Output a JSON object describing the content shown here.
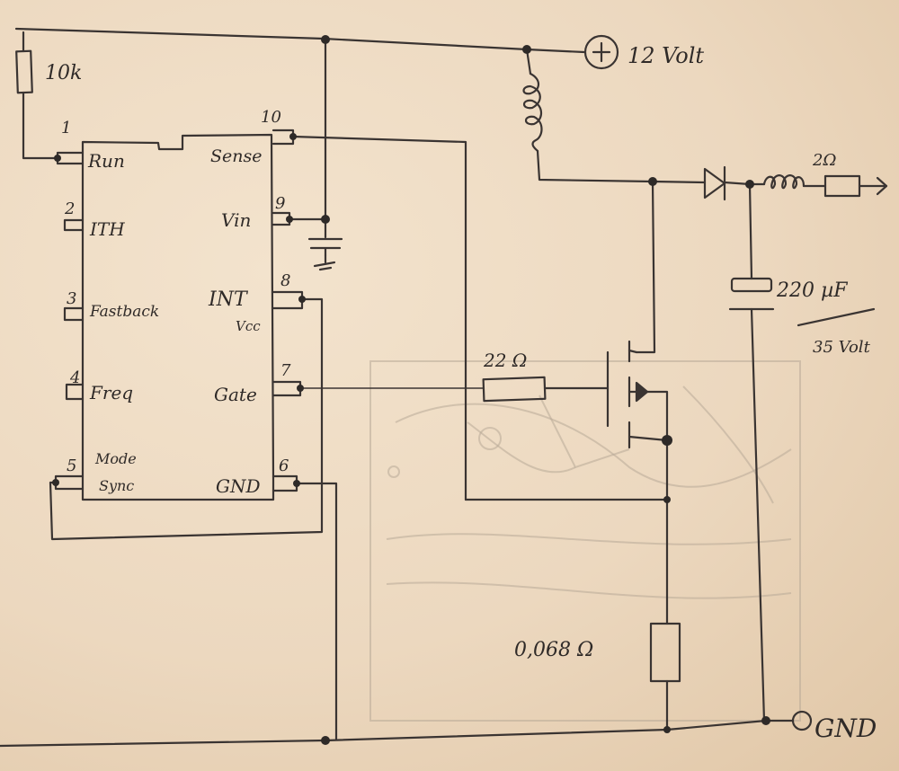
{
  "supply": {
    "label": "12 Volt",
    "symbol": "+"
  },
  "ground": {
    "label": "GND"
  },
  "ic": {
    "pins": {
      "p1": {
        "num": "1",
        "name": "Run"
      },
      "p2": {
        "num": "2",
        "name": "ITH"
      },
      "p3": {
        "num": "3",
        "name": "Fastback"
      },
      "p4": {
        "num": "4",
        "name": "Freq"
      },
      "p5": {
        "num": "5",
        "name": "Mode",
        "name2": "Sync"
      },
      "p6": {
        "num": "6",
        "name": "GND"
      },
      "p7": {
        "num": "7",
        "name": "Gate"
      },
      "p8": {
        "num": "8",
        "name": "INT",
        "name2": "Vcc"
      },
      "p9": {
        "num": "9",
        "name": "Vin"
      },
      "p10": {
        "num": "10",
        "name": "Sense"
      }
    }
  },
  "components": {
    "r_run": {
      "value": "10k"
    },
    "r_gate": {
      "value": "22 Ω"
    },
    "r_sense": {
      "value": "0,068 Ω"
    },
    "r_out": {
      "value": "2Ω"
    },
    "cap_out": {
      "value": "220 µF",
      "rating": "35 Volt"
    }
  }
}
